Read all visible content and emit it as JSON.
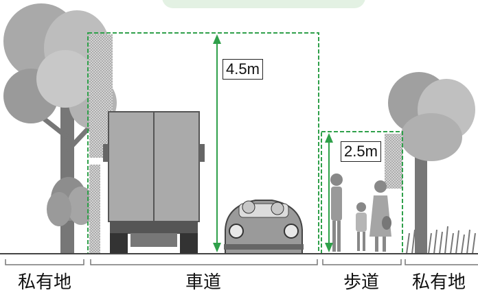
{
  "banner": {
    "text": ""
  },
  "heights": {
    "roadway": "4.5m",
    "sidewalk": "2.5m"
  },
  "zones": {
    "private_left": "私有地",
    "roadway": "車道",
    "sidewalk": "歩道",
    "private_right": "私有地"
  },
  "colors": {
    "guide_green": "#2fa04a",
    "banner_bg": "#e3f1e3",
    "ground": "#444444",
    "tree_dark": "#8a8a8a",
    "tree_light": "#c4c4c4"
  }
}
